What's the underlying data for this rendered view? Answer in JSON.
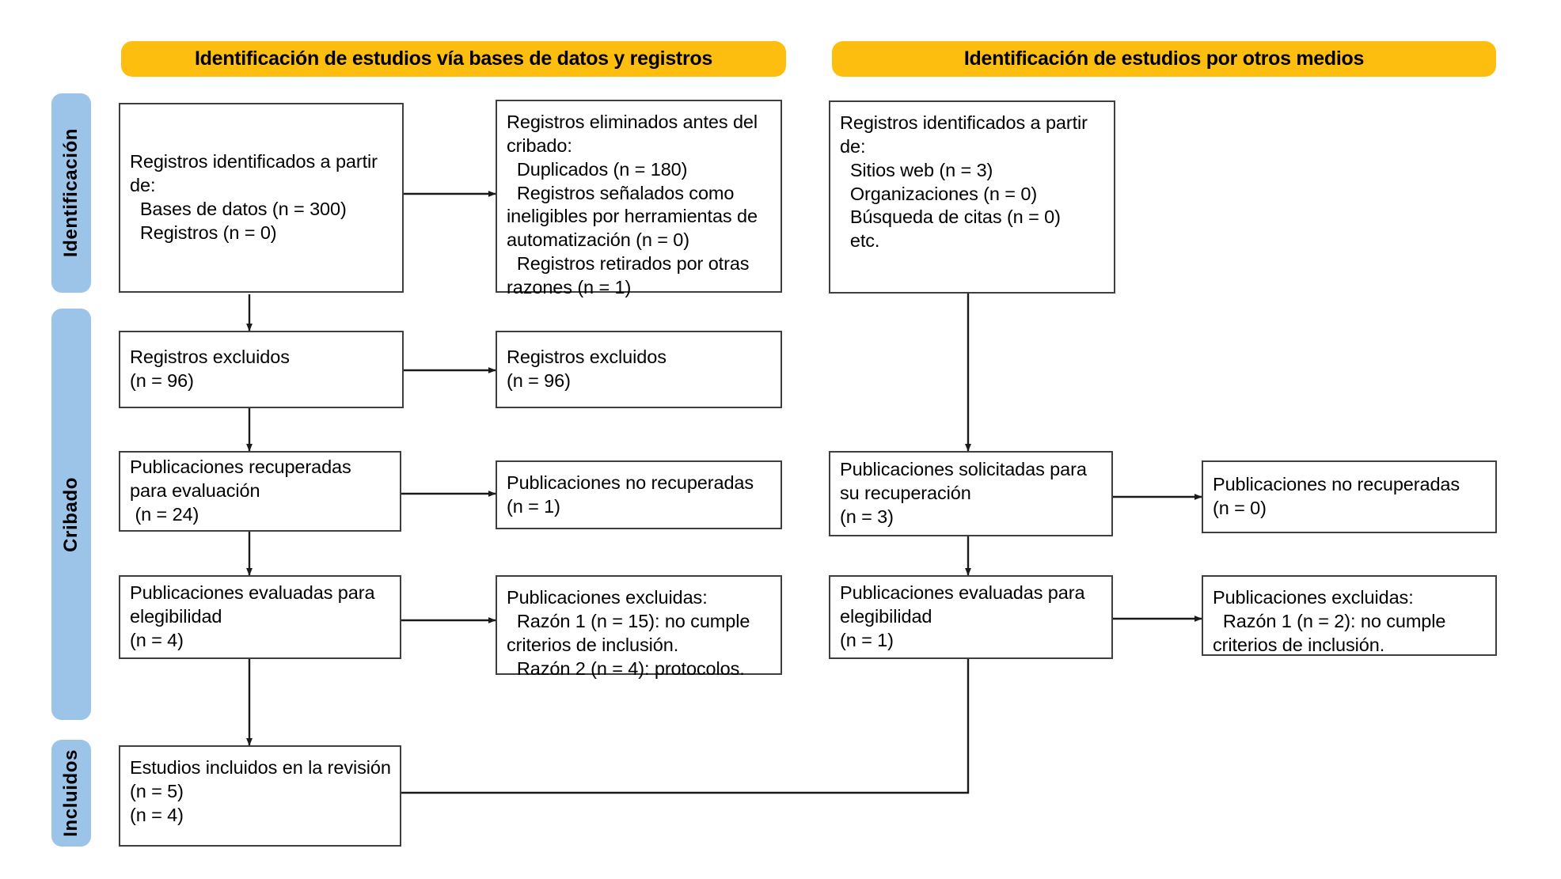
{
  "diagram": {
    "title": "Diagrama de flujo PRISMA",
    "colors": {
      "header_yellow": "#FDBE10",
      "stage_blue": "#9CC3E8",
      "box_border": "#3f3f3f",
      "connector": "#1a1a1a"
    }
  },
  "headers": {
    "left": "Identificación de estudios vía bases de datos y registros",
    "right": "Identificación de estudios por otros medios"
  },
  "stages": [
    {
      "key": "identificacion",
      "label": "Identificación"
    },
    {
      "key": "cribado",
      "label": "Cribado"
    },
    {
      "key": "incluidos",
      "label": "Incluidos"
    }
  ],
  "boxes": {
    "records_identified": "Registros identificados a partir de:\n  Bases de datos (n = 300)\n  Registros (n = 0)",
    "records_removed": "Registros eliminados antes del cribado:\n  Duplicados (n = 180)\n  Registros señalados como ineligibles por herramientas de automatización (n = 0)\n  Registros retirados por otras razones (n = 1)",
    "records_screened": "Registros excluidos\n(n = 96)",
    "records_excluded": "Registros excluidos\n(n = 96)",
    "reports_sought": "Publicaciones recuperadas para evaluación\n (n = 24)",
    "reports_not_retrieved": "Publicaciones no recuperadas\n(n = 1)",
    "reports_assessed": "Publicaciones evaluadas para elegibilidad\n(n = 4)",
    "reports_excluded": "Publicaciones excluidas:\n  Razón 1 (n = 15): no cumple criterios de inclusión.\n  Razón 2 (n = 4): protocolos.",
    "studies_included": "Estudios incluidos en la revisión\n(n = 5)\n(n = 4)",
    "other_records_identified": "Registros identificados a partir de:\n  Sitios web (n = 3)\n  Organizaciones (n = 0)\n  Búsqueda de citas (n = 0)\n  etc.",
    "other_reports_sought": "Publicaciones solicitadas para su recuperación\n(n = 3)",
    "other_reports_not_retrieved": "Publicaciones no recuperadas\n(n = 0)",
    "other_reports_assessed": "Publicaciones evaluadas para elegibilidad\n(n = 1)",
    "other_reports_excluded": "Publicaciones excluidas:\n  Razón 1 (n = 2): no cumple criterios de inclusión."
  },
  "counts": {
    "databases": 300,
    "registers": 0,
    "duplicates": 180,
    "ineligible_automation": 0,
    "removed_other": 1,
    "records_excluded": 96,
    "reports_sought": 24,
    "reports_not_retrieved": 1,
    "reports_assessed": 4,
    "excluded_reason1": 15,
    "excluded_reason2": 4,
    "studies_included_a": 5,
    "studies_included_b": 4,
    "websites": 3,
    "organisations": 0,
    "citation_search": 0,
    "other_sought": 3,
    "other_not_retrieved": 0,
    "other_assessed": 1,
    "other_excluded_reason1": 2
  }
}
